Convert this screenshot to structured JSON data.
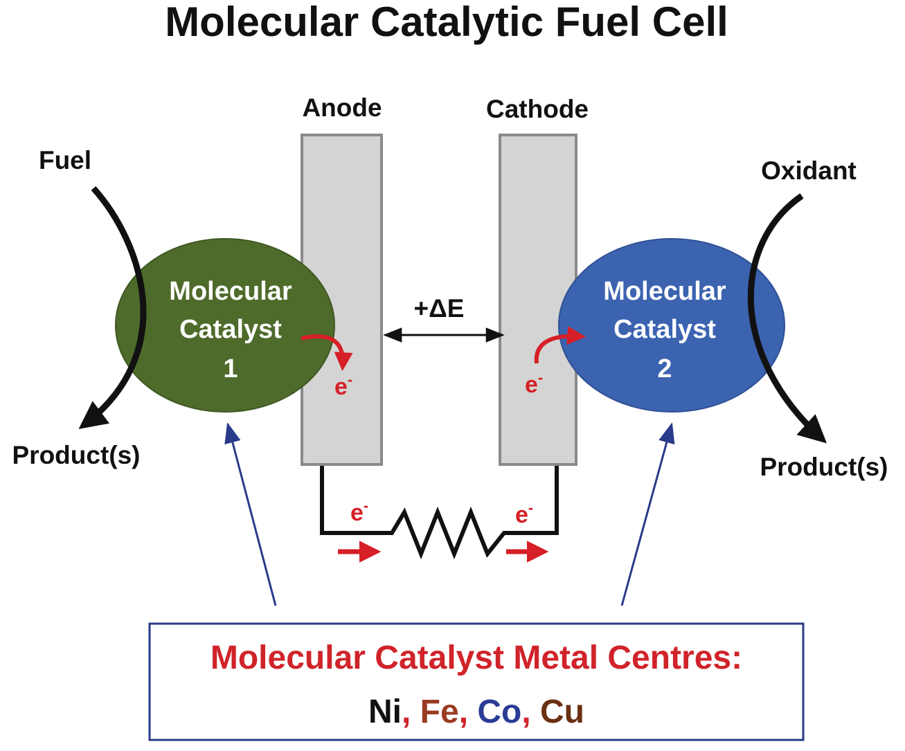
{
  "title": "Molecular Catalytic Fuel Cell",
  "electrodes": {
    "anode": "Anode",
    "cathode": "Cathode"
  },
  "potential_label": "+ΔE",
  "left": {
    "input": "Fuel",
    "output": "Product(s)",
    "catalyst_line1": "Molecular",
    "catalyst_line2": "Catalyst",
    "catalyst_line3": "1",
    "catalyst_color": "#4e6b2b"
  },
  "right": {
    "input": "Oxidant",
    "output": "Product(s)",
    "catalyst_line1": "Molecular",
    "catalyst_line2": "Catalyst",
    "catalyst_line3": "2",
    "catalyst_color": "#3b63b0"
  },
  "electron": {
    "symbol": "e",
    "charge": "-"
  },
  "legend": {
    "title": "Molecular Catalyst Metal Centres:",
    "metals": [
      {
        "symbol": "Ni",
        "color": "#111111"
      },
      {
        "symbol": "Fe",
        "color": "#9a3b23"
      },
      {
        "symbol": "Co",
        "color": "#2b3c96"
      },
      {
        "symbol": "Cu",
        "color": "#6b2f12"
      }
    ],
    "separator": ", ",
    "separator_color": "#d0232a",
    "border_color": "#2a3a8a"
  },
  "colors": {
    "electrode_fill": "#d4d4d4",
    "electrode_stroke": "#8a8a8a",
    "electron_arrow": "#d61f26",
    "pointer_arrow": "#2a3a8a",
    "wire": "#111111"
  }
}
